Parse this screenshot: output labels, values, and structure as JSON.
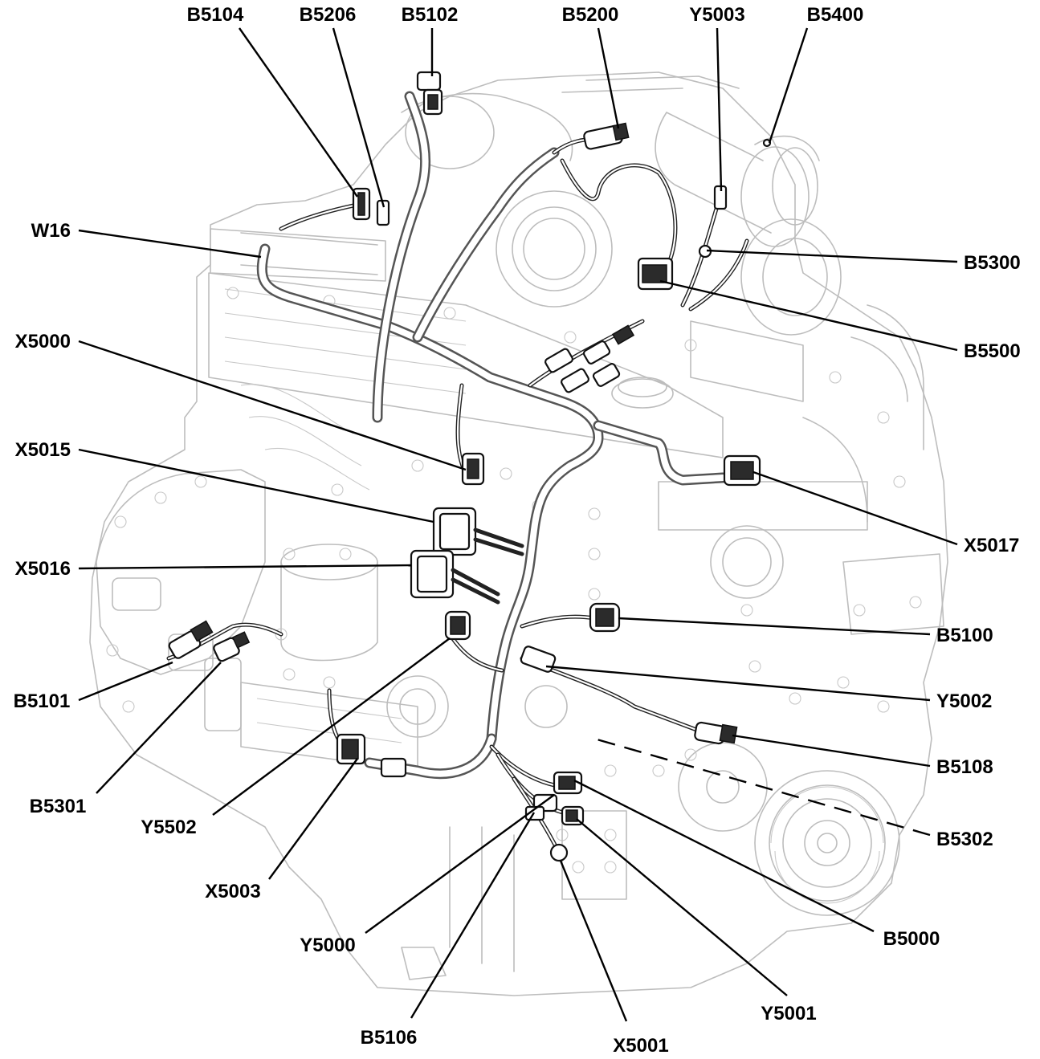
{
  "callouts": {
    "B5104": "B5104",
    "B5206": "B5206",
    "B5102": "B5102",
    "B5200": "B5200",
    "Y5003": "Y5003",
    "B5400": "B5400",
    "W16": "W16",
    "B5300": "B5300",
    "X5000": "X5000",
    "B5500": "B5500",
    "X5015": "X5015",
    "X5017": "X5017",
    "X5016": "X5016",
    "B5100": "B5100",
    "Y5002": "Y5002",
    "B5101": "B5101",
    "B5108": "B5108",
    "B5301": "B5301",
    "Y5502": "Y5502",
    "B5302": "B5302",
    "X5003": "X5003",
    "B5000": "B5000",
    "Y5000": "Y5000",
    "Y5001": "Y5001",
    "B5106": "B5106",
    "X5001": "X5001"
  },
  "colors": {
    "engine_outline": "#bdbdbd",
    "harness": "#555555",
    "label": "#000000"
  }
}
